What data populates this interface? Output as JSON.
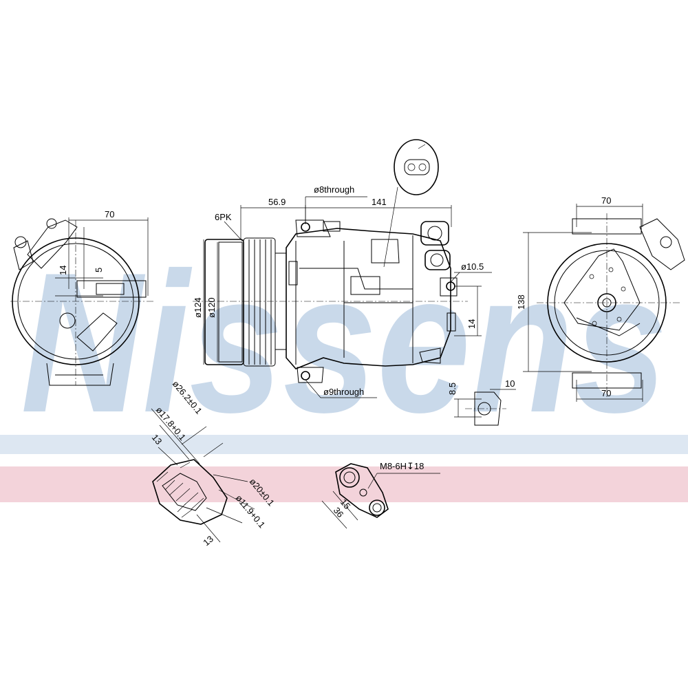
{
  "watermark": {
    "text": "Nissens",
    "color": "#c9d9ea"
  },
  "bands": {
    "blue": "#dde7f2",
    "pink": "#f3d3da"
  },
  "labels": {
    "left_view_width": "70",
    "left_view_14": "14",
    "left_view_5": "5",
    "pulley_type": "6PK",
    "dim_56_9": "56.9",
    "dim_141": "141",
    "hole_top": "ø8through",
    "hole_bottom": "ø9through",
    "dia_124": "ø124",
    "dia_120": "ø120",
    "hole_right": "ø10.5",
    "dim_14_side": "14",
    "right_view_top": "70",
    "right_view_bottom": "70",
    "right_view_height": "138",
    "detail_8_5": "8.5",
    "detail_10": "10",
    "port_d1": "ø26.2±0.1",
    "port_d2": "ø17.8+0.1",
    "port_13_top": "13",
    "port_d3": "ø20±0.1",
    "port_d4": "ø11.9+0.1",
    "port_13_bottom": "13",
    "thread": "M8-6H↧18",
    "flange_15": "15",
    "flange_36": "36"
  }
}
